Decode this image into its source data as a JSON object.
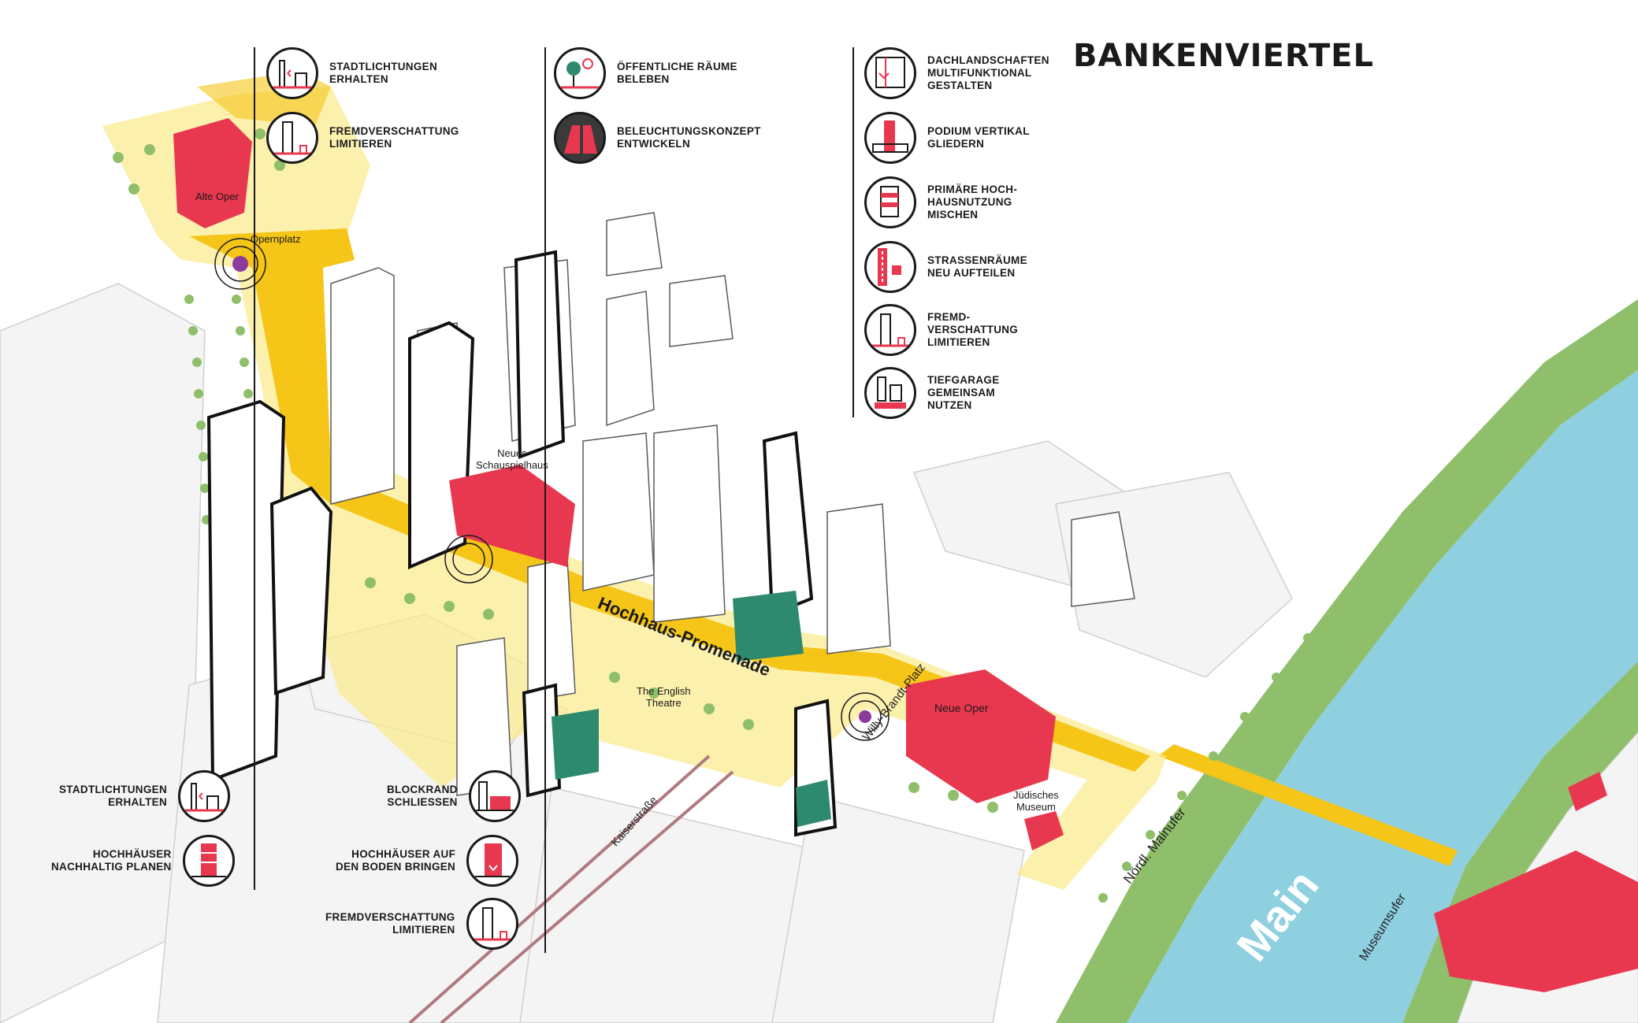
{
  "title": "BANKENVIERTEL",
  "legend_top": [
    {
      "icon": "clearing-icon",
      "text": "STADTLICHTUNGEN\nERHALTEN"
    },
    {
      "icon": "shadow-icon",
      "text": "FREMDVERSCHATTUNG\nLIMITIEREN"
    },
    {
      "icon": "public-space-icon",
      "text": "ÖFFENTLICHE RÄUME\nBELEBEN"
    },
    {
      "icon": "lighting-icon",
      "text": "BELEUCHTUNGSKONZEPT\nENTWICKELN"
    }
  ],
  "legend_right": [
    {
      "icon": "roofscape-icon",
      "text": "DACHLANDSCHAFTEN\nMULTIFUNKTIONAL\nGESTALTEN"
    },
    {
      "icon": "podium-icon",
      "text": "PODIUM VERTIKAL\nGLIEDERN"
    },
    {
      "icon": "mixed-use-icon",
      "text": "PRIMÄRE HOCH-\nHAUSNUTZUNG\nMISCHEN"
    },
    {
      "icon": "street-space-icon",
      "text": "STRASSENRÄUME\nNEU AUFTEILEN"
    },
    {
      "icon": "shadow-icon",
      "text": "FREMD-\nVERSCHATTUNG\nLIMITIEREN"
    },
    {
      "icon": "garage-icon",
      "text": "TIEFGARAGE\nGEMEINSAM\nNUTZEN"
    }
  ],
  "legend_bottom_left": [
    {
      "icon": "clearing-icon",
      "text": "STADTLICHTUNGEN\nERHALTEN"
    },
    {
      "icon": "sustainable-tower-icon",
      "text": "HOCHHÄUSER\nNACHHALTIG PLANEN"
    }
  ],
  "legend_bottom_mid": [
    {
      "icon": "block-edge-icon",
      "text": "BLOCKRAND\nSCHLIESSEN"
    },
    {
      "icon": "tower-ground-icon",
      "text": "HOCHHÄUSER AUF\nDEN BODEN BRINGEN"
    },
    {
      "icon": "shadow-icon",
      "text": "FREMDVERSCHATTUNG\nLIMITIEREN"
    }
  ],
  "map_labels": {
    "alte_oper": "Alte Oper",
    "opernplatz": "Opernplatz",
    "schauspielhaus": "Neues\nSchauspielhaus",
    "promenade": "Hochhaus-Promenade",
    "english_theatre": "The English\nTheatre",
    "willy_brandt": "Willy-Brandt-Platz",
    "neue_oper": "Neue Oper",
    "juedisches_museum": "Jüdisches\nMuseum",
    "kaiserstrasse": "Kaiserstraße",
    "noerdl_mainufer": "Nördl. Mainufer",
    "main": "Main",
    "museumsufer": "Museumsufer"
  },
  "colors": {
    "highlight": "#f5c518",
    "soft_yellow": "#fbe98a",
    "red": "#e8384f",
    "teal": "#2e8a6e",
    "river": "#8ecfe0",
    "bank_green": "#8fbf6a"
  }
}
